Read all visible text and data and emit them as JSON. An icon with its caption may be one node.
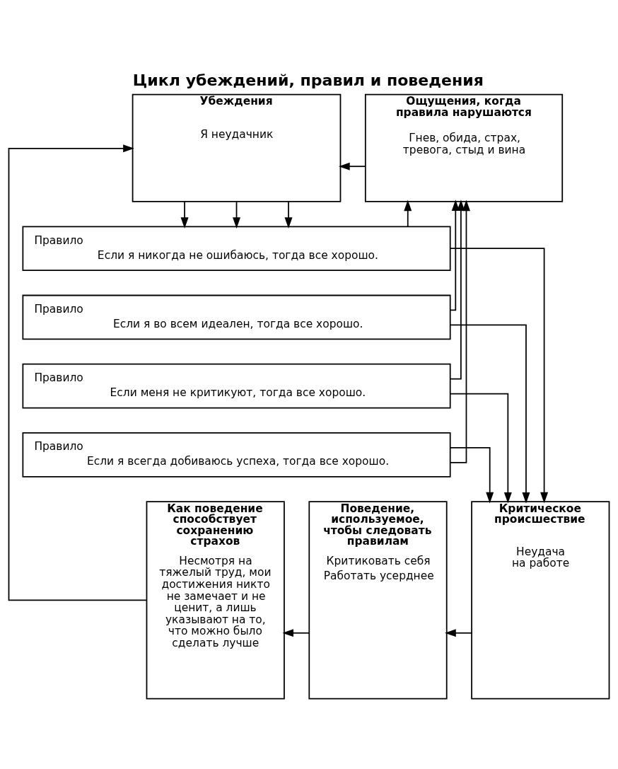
{
  "diagram": {
    "title": "Цикл убеждений, правил и поведения",
    "nodes": [
      {
        "text": [
          "Убеждения",
          "Я неудачник"
        ]
      },
      {
        "text": [
          "Ощущения, когда правила нарушаются",
          "Гнев, обида, страх, тревога, стыд и вина"
        ]
      },
      {
        "text": [
          "Правило",
          "Если я никогда не ошибаюсь, тогда все хорошо."
        ]
      },
      {
        "text": [
          "Правило",
          "Если я во всем идеален, тогда все хорошо."
        ]
      },
      {
        "text": [
          "Правило",
          "Если меня не критикуют, тогда все хорошо."
        ]
      },
      {
        "text": [
          "Правило",
          "Если я всегда добиваюсь успеха, тогда все хорошо."
        ]
      },
      {
        "text": [
          "Как поведение способствует сохранению страхов",
          "Несмотря на тяжелый труд, мои достижения никто не замечает и не ценит, а лишь указывают на то, что можно было сделать лучше"
        ]
      },
      {
        "text": [
          "Поведение, используемое, чтобы следовать правилам",
          "Критиковать себя",
          "Работать усерднее"
        ]
      },
      {
        "text": [
          "Критическое происшествие",
          "Неудача на работе"
        ]
      }
    ],
    "edges": [
      {
        "from": 1,
        "to": 0,
        "arrow": "to"
      },
      {
        "from": 0,
        "to": 2,
        "arrow": "to"
      },
      {
        "from": 0,
        "to": 2,
        "arrow": "to"
      },
      {
        "from": 0,
        "to": 2,
        "arrow": "to"
      },
      {
        "from": 2,
        "to": 1,
        "arrow": "to"
      },
      {
        "from": 2,
        "to": 8,
        "arrow": "to"
      },
      {
        "from": 3,
        "to": 1,
        "arrow": "to"
      },
      {
        "from": 3,
        "to": 8,
        "arrow": "to"
      },
      {
        "from": 4,
        "to": 1,
        "arrow": "to"
      },
      {
        "from": 4,
        "to": 8,
        "arrow": "to"
      },
      {
        "from": 5,
        "to": 1,
        "arrow": "to"
      },
      {
        "from": 5,
        "to": 8,
        "arrow": "to"
      },
      {
        "from": 8,
        "to": 7,
        "arrow": "to"
      },
      {
        "from": 7,
        "to": 6,
        "arrow": "to"
      },
      {
        "from": 6,
        "to": 0,
        "arrow": "to"
      }
    ]
  }
}
